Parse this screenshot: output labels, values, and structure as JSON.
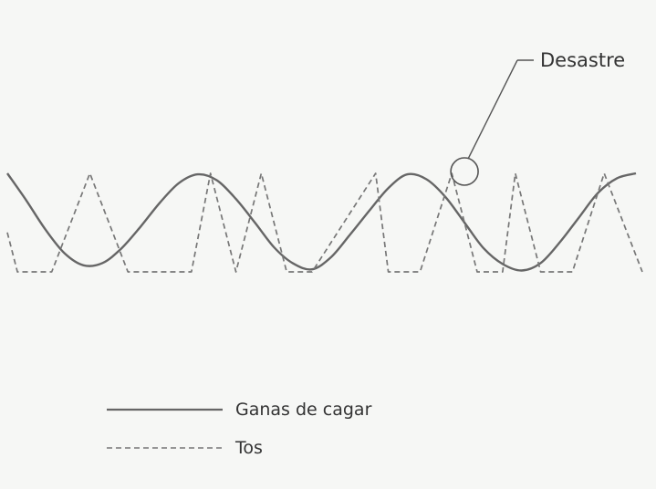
{
  "chart_data": {
    "type": "line",
    "title": "",
    "xlabel": "",
    "ylabel": "",
    "xlim": [
      0,
      100
    ],
    "ylim": [
      0,
      10
    ],
    "grid": false,
    "axes_visible": false,
    "legend_placement": "bottom-left",
    "series": [
      {
        "name": "Ganas de cagar",
        "style": "solid",
        "color": "#666666",
        "values_x": [
          0,
          3,
          6,
          9,
          12,
          15,
          18,
          21,
          24,
          27,
          30,
          33,
          36,
          39,
          42,
          45,
          48,
          51,
          54,
          57,
          60,
          63,
          66,
          69,
          72,
          75,
          78,
          81,
          84,
          87,
          90,
          93,
          96,
          99
        ],
        "values_y": [
          10,
          7.24,
          4.3,
          1.9,
          0.67,
          0.9,
          2.4,
          4.6,
          7.0,
          9.0,
          9.9,
          9.3,
          7.4,
          5.0,
          2.5,
          0.86,
          0.26,
          1.5,
          3.8,
          6.2,
          8.5,
          9.9,
          9.4,
          7.6,
          5.0,
          2.4,
          0.8,
          0.14,
          0.9,
          3.0,
          5.5,
          8.0,
          9.5,
          10
        ]
      },
      {
        "name": "Tos",
        "style": "dashed",
        "color": "#777777",
        "values_x": [
          0,
          1.6,
          7,
          13,
          19,
          29,
          32,
          36,
          40,
          44,
          48,
          58,
          60,
          65,
          70,
          74,
          78,
          80,
          84,
          89,
          94,
          100
        ],
        "values_y": [
          4,
          0,
          0,
          10,
          0,
          0,
          10,
          0,
          10,
          0,
          0,
          10,
          0,
          0,
          10,
          0,
          0,
          10,
          0,
          0,
          10,
          0
        ]
      }
    ],
    "annotations": [
      {
        "text": "Desastre",
        "x": 72,
        "y": 10
      }
    ]
  }
}
